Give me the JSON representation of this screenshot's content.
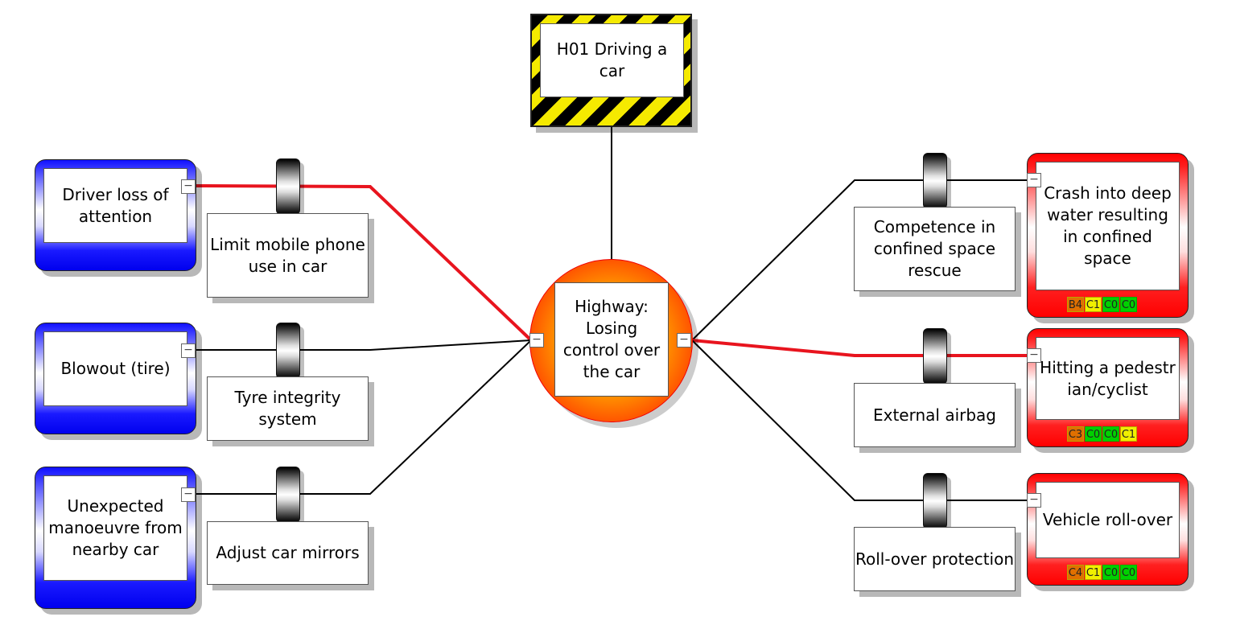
{
  "hazard": {
    "label": "H01 Driving a car"
  },
  "top_event": {
    "label": "Highway: Losing control over the car"
  },
  "threats": [
    {
      "label": "Driver loss of attention",
      "barrier": "Limit mobile phone use in car",
      "highlighted": true
    },
    {
      "label": "Blowout (tire)",
      "barrier": "Tyre integrity system",
      "highlighted": false
    },
    {
      "label": "Unexpected manoeuvre from nearby car",
      "barrier": "Adjust car mirrors",
      "highlighted": false
    }
  ],
  "consequences": [
    {
      "label": "Crash into deep water resulting in confined space",
      "barrier": "Competence in confined space rescue",
      "highlighted": false,
      "risk": [
        {
          "code": "B4",
          "color": "#e07000"
        },
        {
          "code": "C1",
          "color": "#f0f000"
        },
        {
          "code": "C0",
          "color": "#00d000"
        },
        {
          "code": "C0",
          "color": "#00d000"
        }
      ]
    },
    {
      "label": "Hitting a pedestrian/cyclist",
      "barrier": "External airbag",
      "highlighted": true,
      "risk": [
        {
          "code": "C3",
          "color": "#e07000"
        },
        {
          "code": "C0",
          "color": "#00d000"
        },
        {
          "code": "C0",
          "color": "#00d000"
        },
        {
          "code": "C1",
          "color": "#f0f000"
        }
      ]
    },
    {
      "label": "Vehicle roll-over",
      "barrier": "Roll-over protection",
      "highlighted": false,
      "risk": [
        {
          "code": "C4",
          "color": "#e07000"
        },
        {
          "code": "C1",
          "color": "#f0f000"
        },
        {
          "code": "C0",
          "color": "#00d000"
        },
        {
          "code": "C0",
          "color": "#00d000"
        }
      ]
    }
  ],
  "colors": {
    "highlight_line": "#e8141e",
    "normal_line": "#000000"
  },
  "collapse_symbol": "−"
}
